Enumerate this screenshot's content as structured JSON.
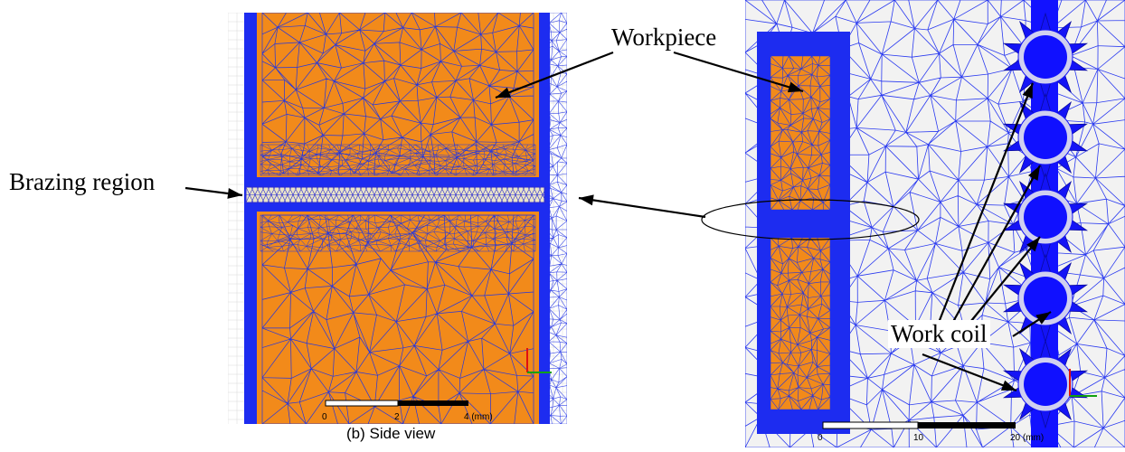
{
  "labels": {
    "workpiece": "Workpiece",
    "brazing_region": "Brazing region",
    "work_coil": "Work coil",
    "caption_b": "(b)   Side view"
  },
  "scalebar_left": {
    "ticks": [
      "0",
      "2",
      "4 (mm)"
    ]
  },
  "scalebar_right": {
    "ticks": [
      "0",
      "10",
      "20 (mm)"
    ]
  },
  "colors": {
    "workpiece_fill": "#f28a1a",
    "mesh_line": "#1530e8",
    "mesh_dense": "#1d2cf0",
    "coil": "#1212ff",
    "background_mesh": "#f2f2f2"
  }
}
